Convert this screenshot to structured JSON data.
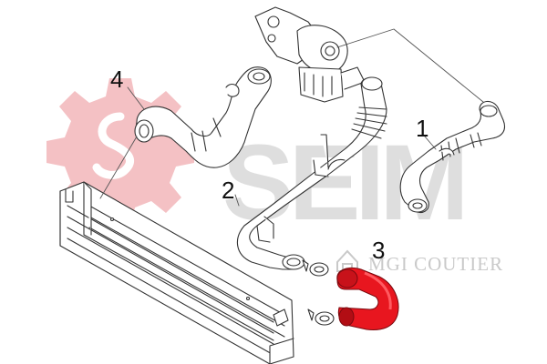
{
  "watermark": {
    "brand": "SEIM",
    "subtitle": "MGI COUTIER",
    "gear_color": "#f4c1c4",
    "brand_color": "#dedede"
  },
  "callouts": [
    {
      "id": "1",
      "label": "1"
    },
    {
      "id": "2",
      "label": "2"
    },
    {
      "id": "3",
      "label": "3"
    },
    {
      "id": "4",
      "label": "4"
    }
  ],
  "colors": {
    "line": "#333333",
    "highlight_part": "#e8161f",
    "highlight_dark": "#b20d14"
  },
  "parts": [
    {
      "name": "turbocharger",
      "icon": "turbo-icon"
    },
    {
      "name": "intercooler",
      "icon": "radiator-icon"
    },
    {
      "name": "hose-1",
      "icon": "hose-icon"
    },
    {
      "name": "pipe-2",
      "icon": "pipe-icon"
    },
    {
      "name": "hose-3",
      "icon": "hose-icon"
    },
    {
      "name": "hose-4",
      "icon": "hose-icon"
    }
  ]
}
